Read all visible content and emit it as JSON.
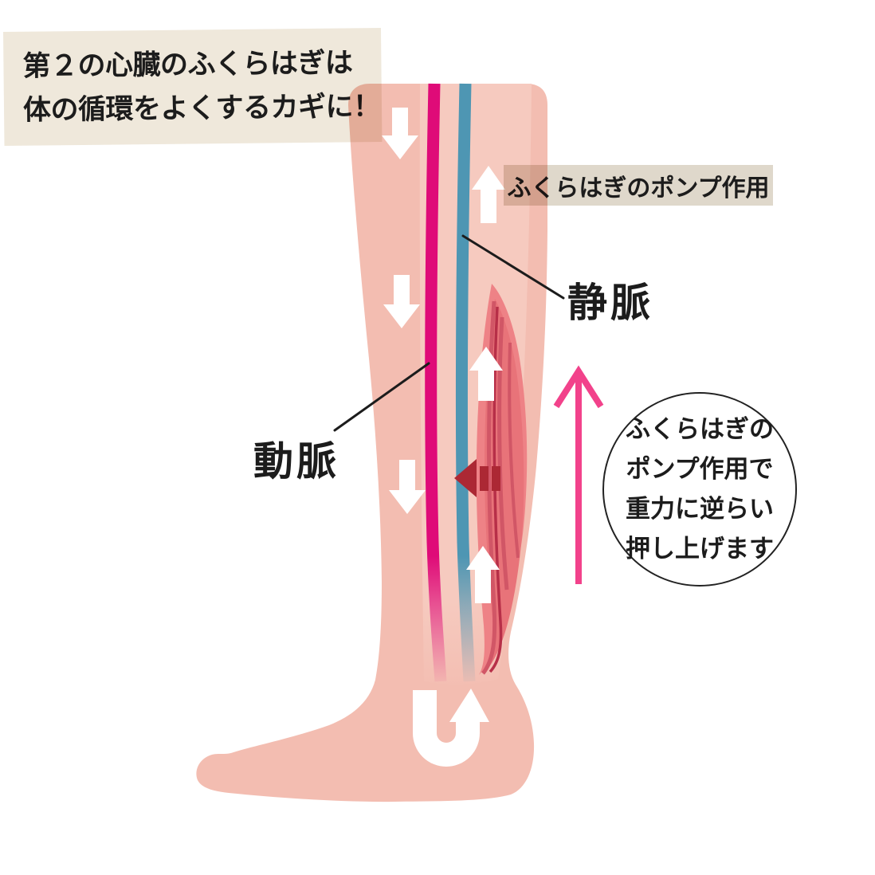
{
  "figure": {
    "title": {
      "line1": "第２の心臓のふくらはぎは",
      "line2": "体の循環をよくするカギに！"
    },
    "pump_label": "ふくらはぎのポンプ作用",
    "vein_label": "静脈",
    "artery_label": "動脈",
    "note": {
      "line1": "ふくらはぎの",
      "line2": "ポンプ作用で",
      "line3": "重力に逆らい",
      "line4": "押し上げます"
    }
  },
  "colors": {
    "skin": "#F3BDB1",
    "skin_light": "#F6CABF",
    "artery": "#DF0B78",
    "vein": "#4E96B3",
    "muscle": "#EE8286",
    "muscle_inner": "#E87379",
    "muscle_streak": "#D15666",
    "muscle_deep": "#B72F48",
    "squeeze_arrow": "#AC2834",
    "gravity_arrow": "#F2428B",
    "flow_arrow": "#FFFFFF",
    "label_box": "#EFE8DB",
    "pump_box": "#DFD8CB",
    "text": "#1C1C1C"
  }
}
